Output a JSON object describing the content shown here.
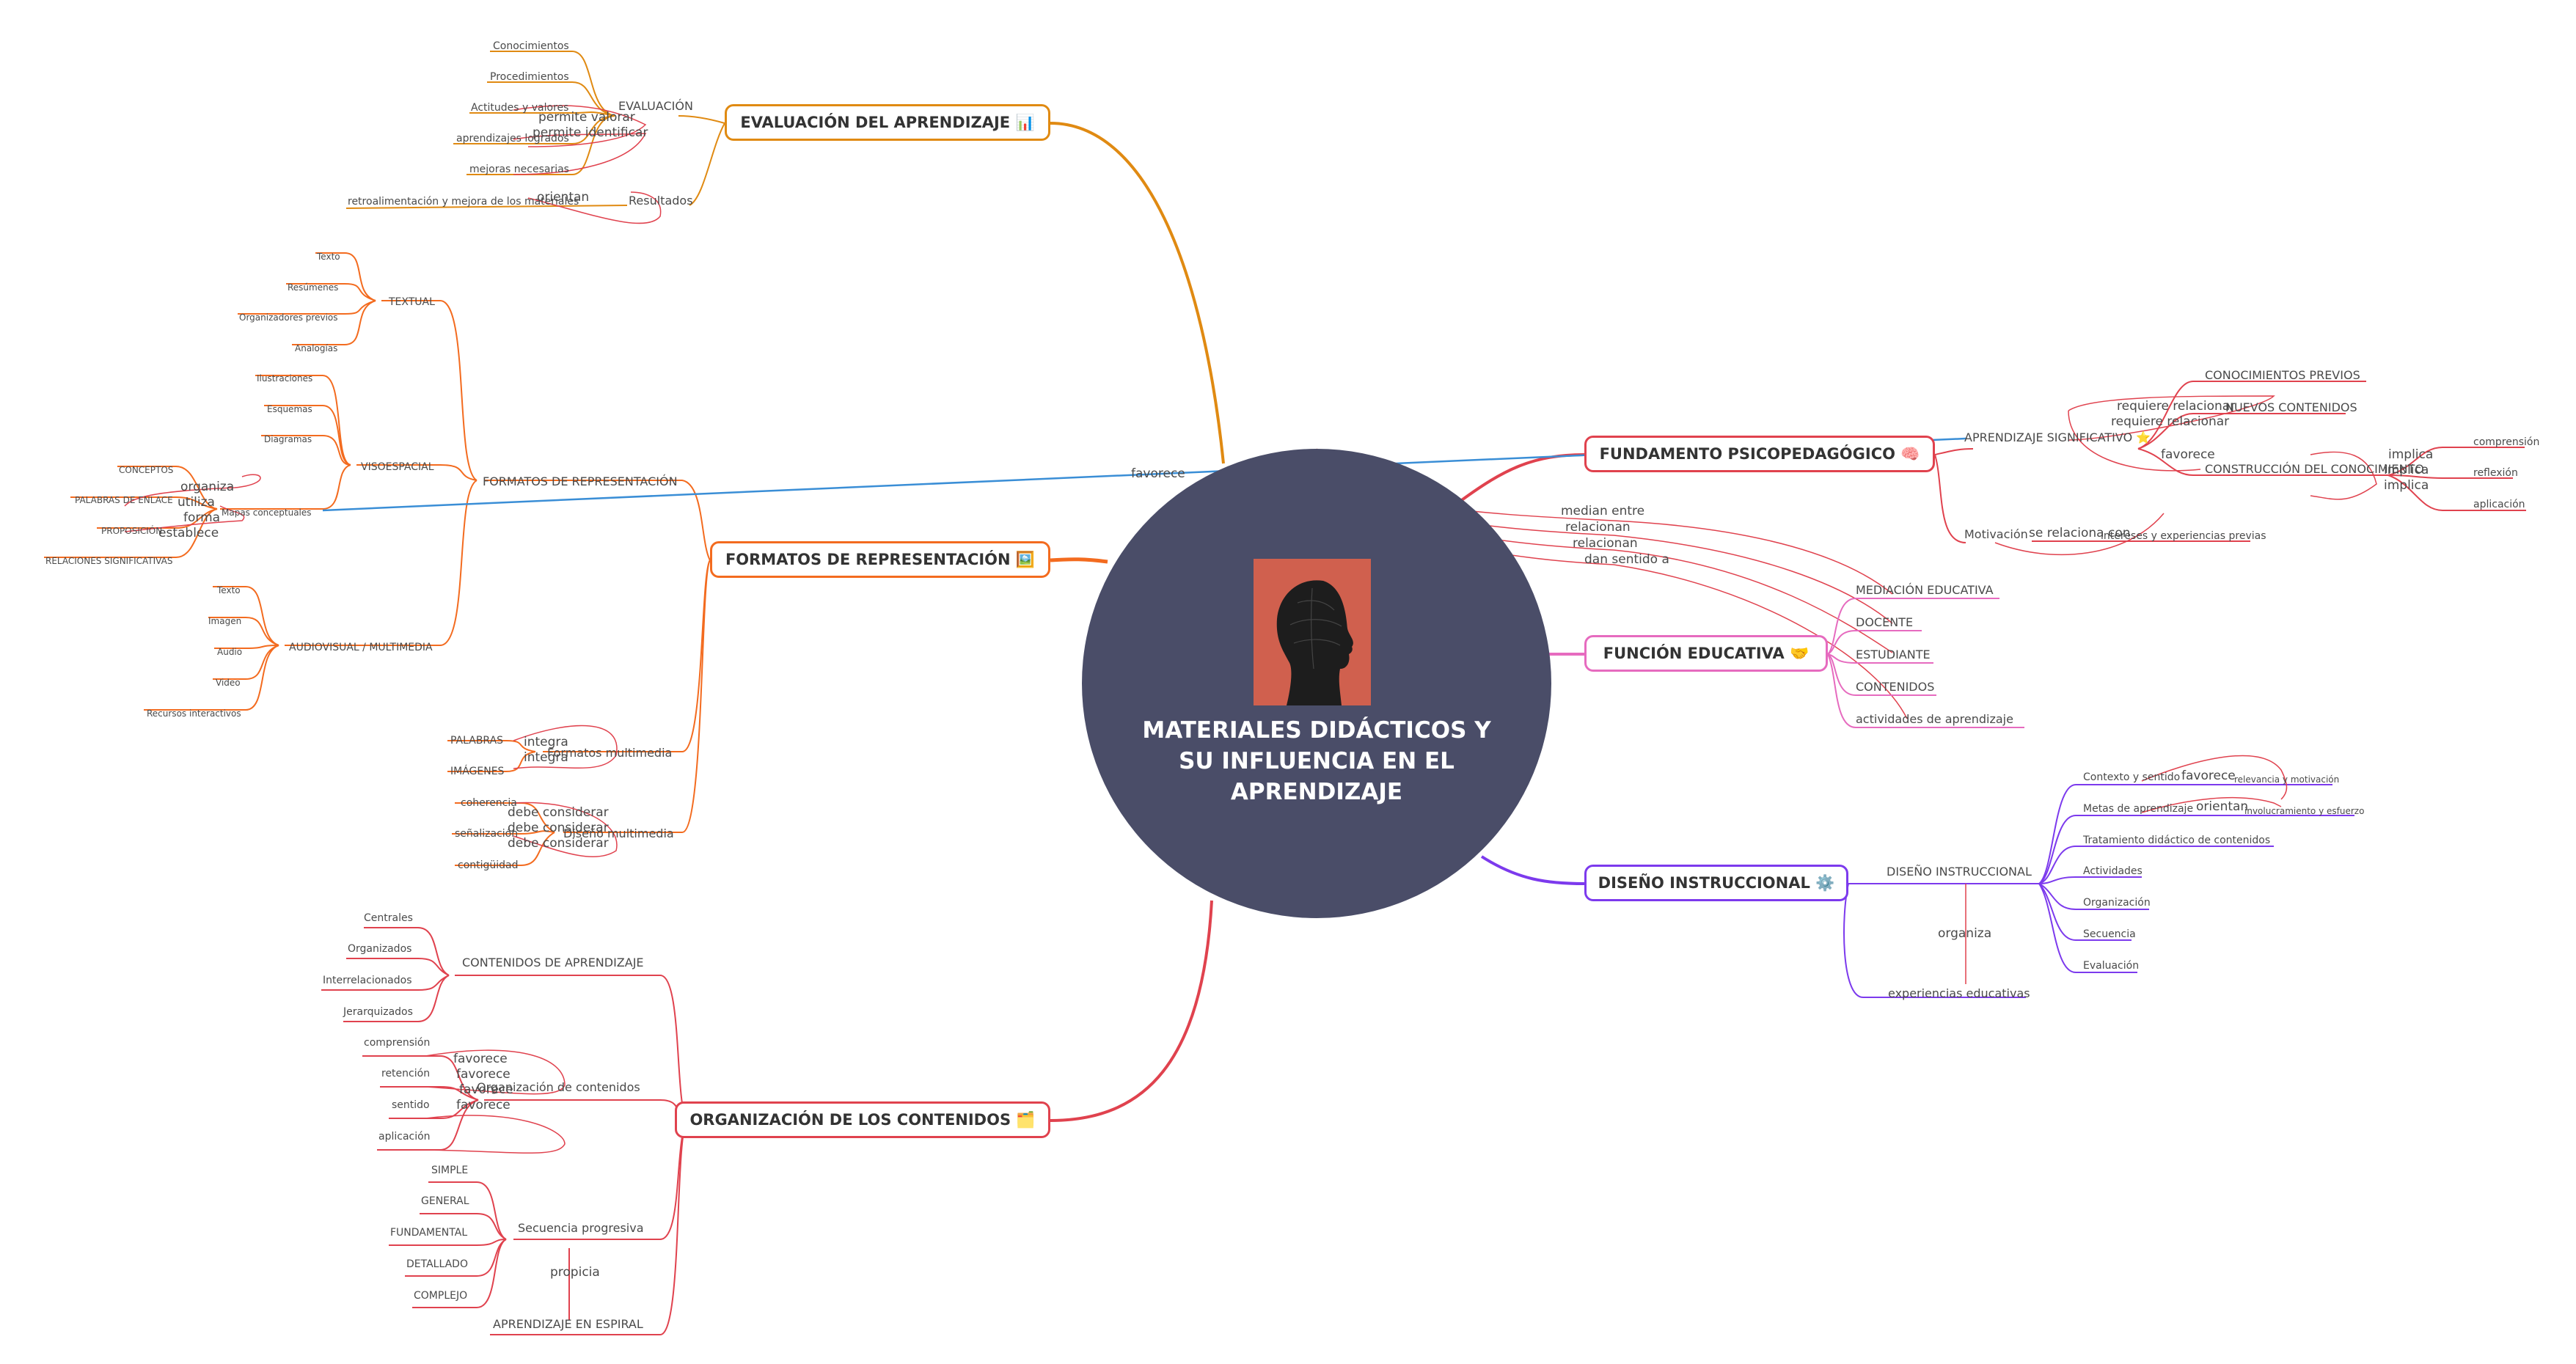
{
  "central": {
    "title": "MATERIALES DIDÁCTICOS Y SU INFLUENCIA EN EL APRENDIZAJE",
    "image_icon": "human-head-silhouette"
  },
  "colors": {
    "center": "#4a4d68",
    "evaluacion": "#e08a12",
    "formatos": "#f36b1f",
    "organizacion": "#e0424e",
    "fundamento": "#e0424e",
    "funcion": "#e66bbf",
    "diseno": "#7c3aed",
    "crosslink": "#3a8ed6"
  },
  "branches": {
    "evaluacion": {
      "title": "EVALUACIÓN DEL APRENDIZAJE 📊",
      "evaluacion": "EVALUACIÓN",
      "resultados": "Resultados",
      "items": [
        "Conocimientos",
        "Procedimientos",
        "Actitudes y valores",
        "aprendizajes logrados",
        "mejoras necesarias",
        "retroalimentación y mejora de los materiales"
      ],
      "relations": [
        "permite valorar",
        "permite identificar",
        "orientan"
      ]
    },
    "formatos": {
      "title": "FORMATOS DE REPRESENTACIÓN 🖼️",
      "formatos": "FORMATOS DE REPRESENTACIÓN",
      "textual": "TEXTUAL",
      "textual_items": [
        "Texto",
        "Resúmenes",
        "Organizadores previos",
        "Analogías"
      ],
      "visoespacial": "VISOESPACIAL",
      "visoespacial_items": [
        "Ilustraciones",
        "Esquemas",
        "Diagramas",
        "Mapas conceptuales"
      ],
      "mapas": [
        "CONCEPTOS",
        "PALABRAS DE ENLACE",
        "PROPOSICIÓN",
        "RELACIONES SIGNIFICATIVAS"
      ],
      "mapas_relations": [
        "organiza",
        "utiliza",
        "forma",
        "establece"
      ],
      "audiovisual": "AUDIOVISUAL / MULTIMEDIA",
      "audiovisual_items": [
        "Texto",
        "Imagen",
        "Audio",
        "Video",
        "Recursos interactivos"
      ],
      "multimedia": "Formatos multimedia",
      "multimedia_items": [
        "PALABRAS",
        "IMÁGENES"
      ],
      "multimedia_relations": [
        "integra",
        "integra"
      ],
      "diseno_multimedia": "Diseño multimedia",
      "diseno_items": [
        "coherencia",
        "señalización",
        "contigüidad"
      ],
      "diseno_relations": [
        "debe considerar",
        "debe considerar",
        "debe considerar"
      ]
    },
    "organizacion": {
      "title": "ORGANIZACIÓN DE LOS CONTENIDOS 🗂️",
      "contenidos": "CONTENIDOS DE APRENDIZAJE",
      "contenidos_items": [
        "Centrales",
        "Organizados",
        "Interrelacionados",
        "Jerarquizados"
      ],
      "organizacion": "Organización de contenidos",
      "organizacion_items": [
        "comprensión",
        "retención",
        "sentido",
        "aplicación"
      ],
      "organizacion_relations": [
        "favorece",
        "favorece",
        "favorece",
        "favorece"
      ],
      "secuencia": "Secuencia progresiva",
      "secuencia_items": [
        "SIMPLE",
        "GENERAL",
        "FUNDAMENTAL",
        "DETALLADO",
        "COMPLEJO"
      ],
      "propicia": "propicia",
      "espiral": "APRENDIZAJE EN ESPIRAL"
    },
    "fundamento": {
      "title": "FUNDAMENTO PSICOPEDAGÓGICO 🧠",
      "significativo": "APRENDIZAJE SIGNIFICATIVO ⭐",
      "items": [
        "CONOCIMIENTOS PREVIOS",
        "NUEVOS CONTENIDOS",
        "CONSTRUCCIÓN DEL CONOCIMIENTO"
      ],
      "relations": [
        "requiere relacionar",
        "requiere relacionar",
        "favorece"
      ],
      "construccion_items": [
        "comprensión",
        "reflexión",
        "aplicación"
      ],
      "construccion_relations": [
        "implica",
        "implica",
        "implica"
      ],
      "motivacion": "Motivación",
      "motivacion_rel": "se relaciona con",
      "intereses": "intereses y experiencias previas",
      "crosslinks": [
        "median entre",
        "relacionan",
        "relacionan",
        "dan sentido a"
      ],
      "favorece": "favorece"
    },
    "funcion": {
      "title": "FUNCIÓN EDUCATIVA 🤝",
      "items": [
        "MEDIACIÓN EDUCATIVA",
        "DOCENTE",
        "ESTUDIANTE",
        "CONTENIDOS",
        "actividades de aprendizaje"
      ]
    },
    "diseno": {
      "title": "DISEÑO INSTRUCCIONAL ⚙️",
      "diseno": "DISEÑO INSTRUCCIONAL",
      "items": [
        "Contexto y sentido",
        "Metas de aprendizaje",
        "Tratamiento didáctico de contenidos",
        "Actividades",
        "Organización",
        "Secuencia",
        "Evaluación"
      ],
      "relevance": "relevancia y motivación",
      "involvement": "involucramiento y esfuerzo",
      "relations": [
        "favorece",
        "orientan"
      ],
      "organiza": "organiza",
      "experiencias": "experiencias educativas"
    }
  }
}
